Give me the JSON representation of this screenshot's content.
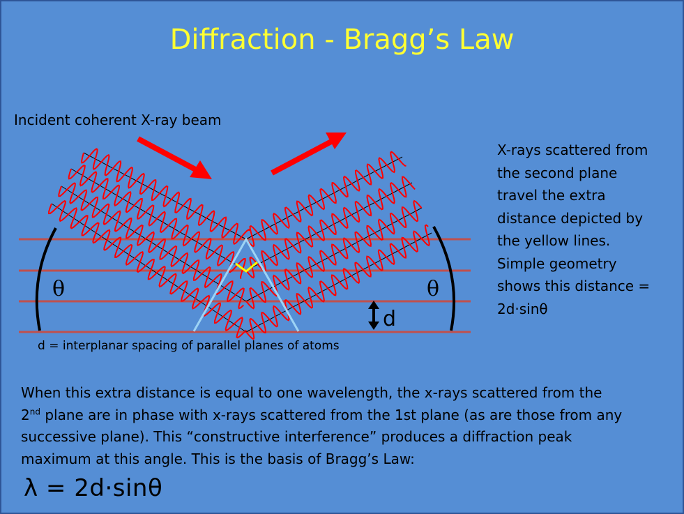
{
  "title": "Diffraction - Bragg’s Law",
  "incident_label": "Incident coherent X-ray beam",
  "side_text": [
    "X-rays scattered from",
    "the second plane",
    "travel the extra",
    "distance depicted by",
    "the yellow lines.",
    "Simple geometry",
    "shows this distance =",
    "2d·sinθ"
  ],
  "diagram": {
    "theta_left": "θ",
    "theta_right": "θ",
    "d_label": "d",
    "spacing_note": "d = interplanar spacing of parallel planes of atoms"
  },
  "explanation": {
    "line1": "When this extra distance is equal to one wavelength, the x-rays scattered from the",
    "line2_ordinal": "2",
    "line2_sup": "nd",
    "line2_rest": " plane are in phase with x-rays scattered from the 1st plane (as are those from any",
    "line3": "successive plane).  This “constructive interference” produces a diffraction peak",
    "line4": "maximum at this angle.  This is the basis of Bragg’s Law:"
  },
  "formula": "λ  =  2d·sinθ",
  "colors": {
    "background": "#558ED5",
    "title": "#FFFF33",
    "planes": "#C0504D",
    "waves": "#FF0000",
    "arrows": "#FF0000",
    "path_lines": "#FFFF00",
    "triangle": "#9DD3F5",
    "text": "#000000"
  }
}
